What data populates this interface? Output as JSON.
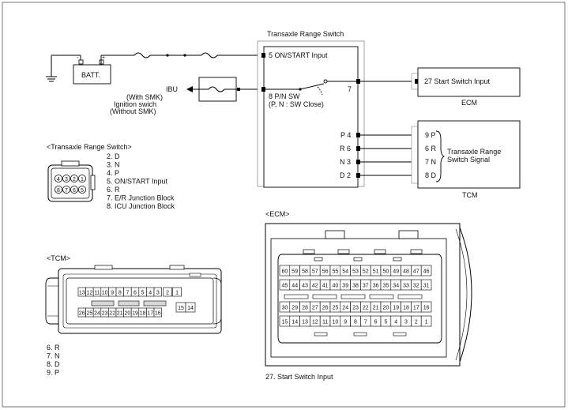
{
  "colors": {
    "line": "#000000",
    "fill_gray": "#d8d8d8",
    "background": "#ffffff"
  },
  "battery": {
    "label": "BATT."
  },
  "ibu": {
    "title": "IBU",
    "line1": "(With SMK)",
    "line2": "Ignition swich",
    "line3": "(Without SMK)"
  },
  "range_switch": {
    "title": "Transaxle Range Switch",
    "pin5": "5 ON/START Input",
    "pin8": "8 P/N SW",
    "pin8_note": "(P, N : SW Close)",
    "pin7": "7",
    "pins": [
      "P 4",
      "R 6",
      "N 3",
      "D 2"
    ]
  },
  "ecm_box": {
    "pin": "27 Start Switch Input",
    "name": "ECM"
  },
  "tcm_box": {
    "pins": [
      "9 P",
      "6 R",
      "7 N",
      "8 D"
    ],
    "signal_line1": "Transaxle Range",
    "signal_line2": "Switch Signal",
    "name": "TCM"
  },
  "range_connector": {
    "title": "<Transaxle Range Switch>",
    "top_pins": [
      "4",
      "3",
      "2",
      "1"
    ],
    "bottom_pins": [
      "8",
      "7",
      "6",
      "5"
    ],
    "legend": [
      "2. D",
      "3. N",
      "4. P",
      "5. ON/START Input",
      "6. R",
      "7. E/R Junction Block",
      "8. ICU Junction Block"
    ]
  },
  "tcm_connector": {
    "title": "<TCM>",
    "row1": [
      "13",
      "12",
      "11",
      "10",
      "9",
      "8",
      "7",
      "6",
      "5",
      "4",
      "3",
      "2",
      "1"
    ],
    "row2_right": [
      "15",
      "14"
    ],
    "row3": [
      "26",
      "25",
      "24",
      "23",
      "22",
      "21",
      "20",
      "19",
      "18",
      "17",
      "16"
    ],
    "legend": [
      "6. R",
      "7. N",
      "8. D",
      "9. P"
    ]
  },
  "ecm_connector": {
    "title": "<ECM>",
    "rows": [
      [
        "60",
        "59",
        "58",
        "57",
        "56",
        "55",
        "54",
        "53",
        "52",
        "51",
        "50",
        "49",
        "48",
        "47",
        "46"
      ],
      [
        "45",
        "44",
        "43",
        "42",
        "41",
        "40",
        "39",
        "38",
        "37",
        "36",
        "35",
        "34",
        "33",
        "32",
        "31"
      ],
      [
        "30",
        "29",
        "28",
        "27",
        "26",
        "25",
        "24",
        "23",
        "22",
        "21",
        "20",
        "19",
        "18",
        "17",
        "16"
      ],
      [
        "15",
        "14",
        "13",
        "12",
        "11",
        "10",
        "9",
        "8",
        "7",
        "6",
        "5",
        "4",
        "3",
        "2",
        "1"
      ]
    ],
    "legend": "27. Start Switch Input"
  }
}
